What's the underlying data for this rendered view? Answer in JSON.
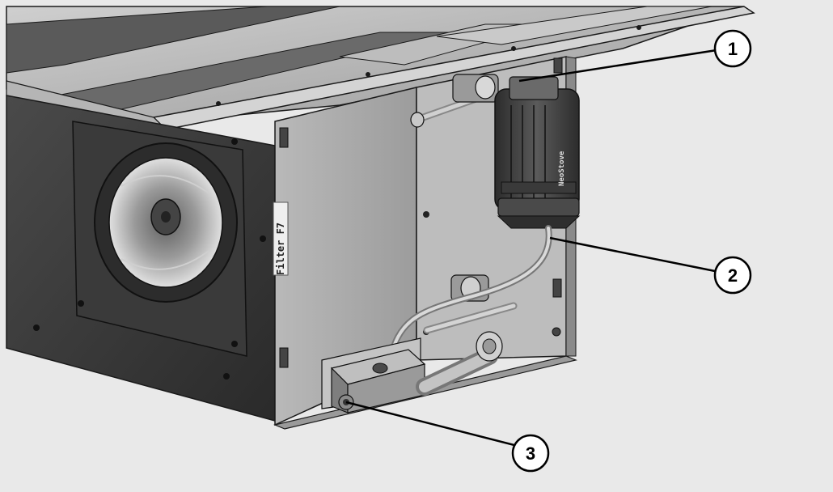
{
  "figure": {
    "panel_label": "Filter F7",
    "device_label": "NeoStove",
    "colors": {
      "background": "#e9e9e9",
      "steel_light": "#d8d8d8",
      "steel_mid": "#a8a8a8",
      "steel_dark": "#3c3c3c",
      "outline": "#1a1a1a"
    }
  },
  "callouts": [
    {
      "number": "1",
      "target": "condensate pump"
    },
    {
      "number": "2",
      "target": "drain hose"
    },
    {
      "number": "3",
      "target": "drain outlet"
    }
  ]
}
